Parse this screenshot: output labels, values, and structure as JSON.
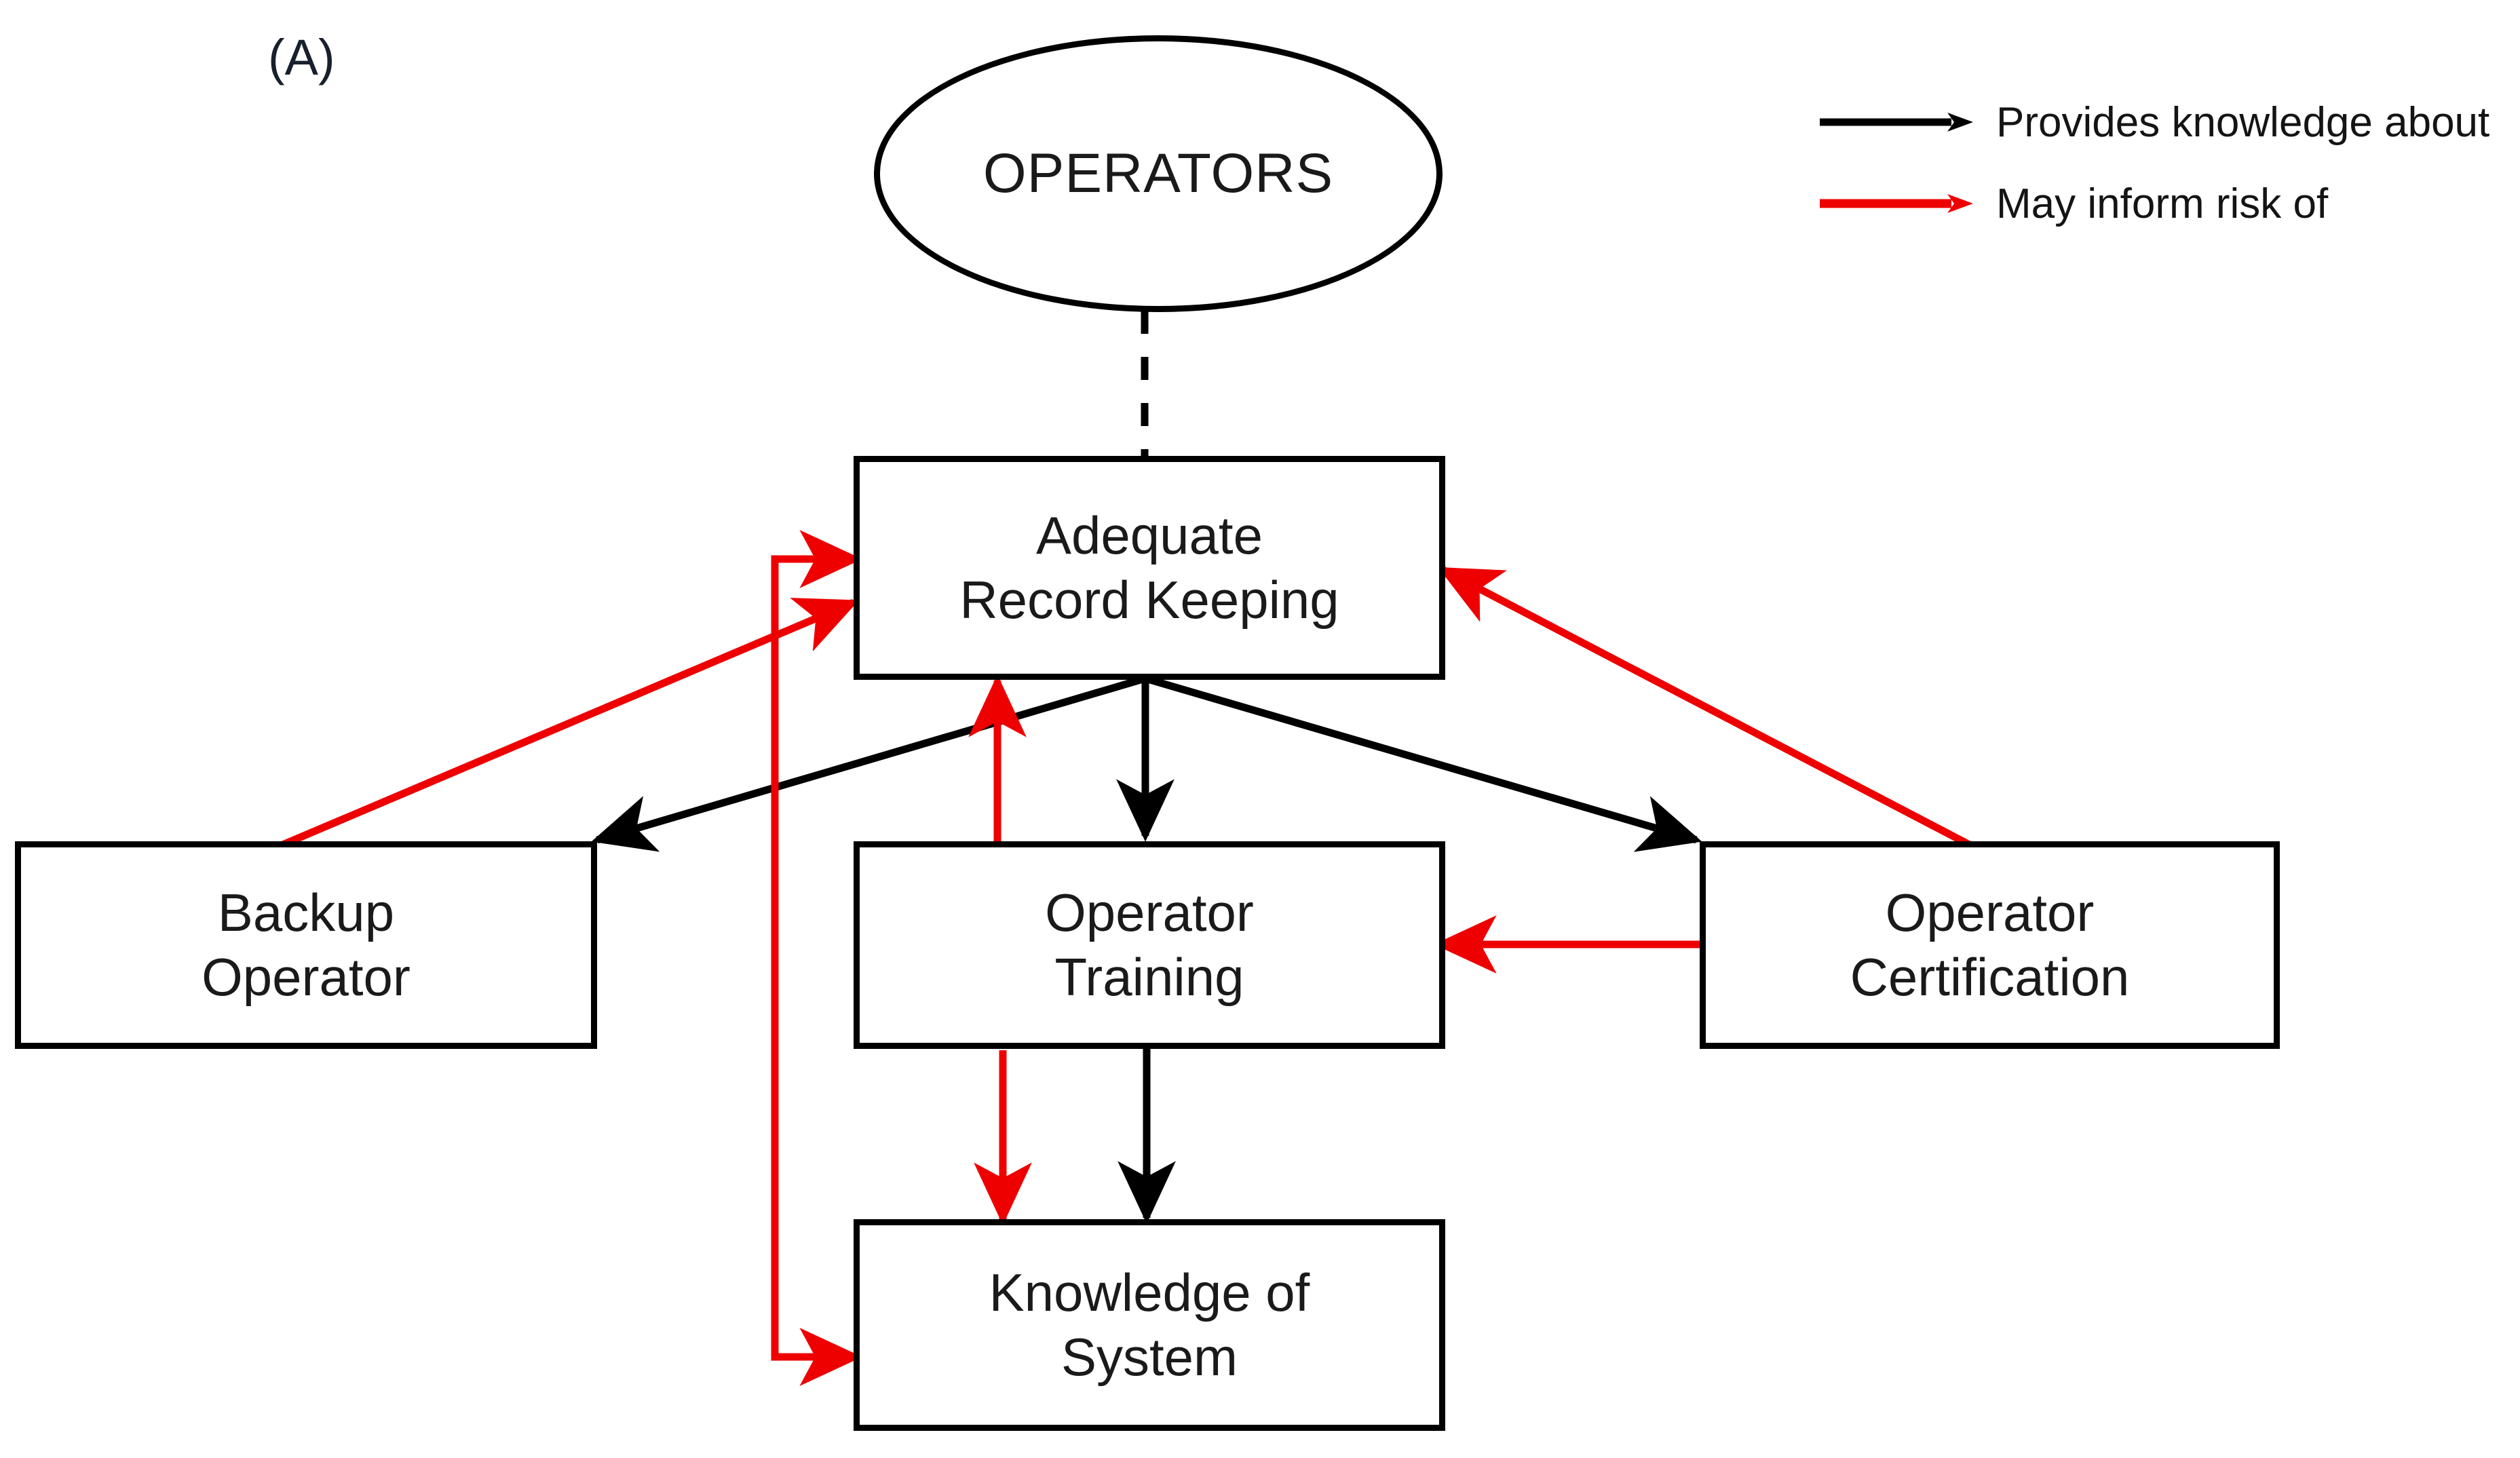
{
  "panel": {
    "label": "(A)"
  },
  "legend": {
    "items": [
      {
        "label": "Provides knowledge about",
        "color": "#000000",
        "icon": "black-arrow-icon"
      },
      {
        "label": "May inform risk of",
        "color": "#ee0000",
        "icon": "red-arrow-icon"
      }
    ]
  },
  "nodes": {
    "operators": {
      "label": "OPERATORS",
      "shape": "ellipse"
    },
    "record_keeping": {
      "label": "Adequate\nRecord Keeping",
      "shape": "rect"
    },
    "backup_operator": {
      "label": "Backup\nOperator",
      "shape": "rect"
    },
    "operator_training": {
      "label": "Operator\nTraining",
      "shape": "rect"
    },
    "operator_certification": {
      "label": "Operator\nCertification",
      "shape": "rect"
    },
    "knowledge_of_system": {
      "label": "Knowledge of\nSystem",
      "shape": "rect"
    }
  },
  "colors": {
    "provides_knowledge": "#000000",
    "may_inform_risk": "#ee0000",
    "node_border": "#000000",
    "background": "#ffffff"
  },
  "edges": [
    {
      "from": "operators",
      "to": "record_keeping",
      "style": "dashed",
      "color": "#000000",
      "arrow": false,
      "relation": ""
    },
    {
      "from": "record_keeping",
      "to": "backup_operator",
      "style": "solid",
      "color": "#000000",
      "arrow": true,
      "relation": "Provides knowledge about"
    },
    {
      "from": "record_keeping",
      "to": "operator_training",
      "style": "solid",
      "color": "#000000",
      "arrow": true,
      "relation": "Provides knowledge about"
    },
    {
      "from": "record_keeping",
      "to": "operator_certification",
      "style": "solid",
      "color": "#000000",
      "arrow": true,
      "relation": "Provides knowledge about"
    },
    {
      "from": "operator_training",
      "to": "knowledge_of_system",
      "style": "solid",
      "color": "#000000",
      "arrow": true,
      "relation": "Provides knowledge about"
    },
    {
      "from": "backup_operator",
      "to": "record_keeping",
      "style": "solid",
      "color": "#ee0000",
      "arrow": true,
      "relation": "May inform risk of"
    },
    {
      "from": "operator_certification",
      "to": "record_keeping",
      "style": "solid",
      "color": "#ee0000",
      "arrow": true,
      "relation": "May inform risk of"
    },
    {
      "from": "operator_certification",
      "to": "operator_training",
      "style": "solid",
      "color": "#ee0000",
      "arrow": true,
      "relation": "May inform risk of"
    },
    {
      "from": "operator_training",
      "to": "record_keeping",
      "style": "solid",
      "color": "#ee0000",
      "arrow": true,
      "relation": "May inform risk of"
    },
    {
      "from": "operator_training",
      "to": "knowledge_of_system",
      "style": "solid",
      "color": "#ee0000",
      "arrow": true,
      "relation": "May inform risk of"
    },
    {
      "from": "knowledge_of_system",
      "to": "record_keeping",
      "style": "solid",
      "color": "#ee0000",
      "arrow": true,
      "relation": "May inform risk of"
    },
    {
      "from": "record_keeping",
      "to": "knowledge_of_system",
      "style": "solid",
      "color": "#ee0000",
      "arrow": true,
      "relation": "May inform risk of"
    }
  ]
}
